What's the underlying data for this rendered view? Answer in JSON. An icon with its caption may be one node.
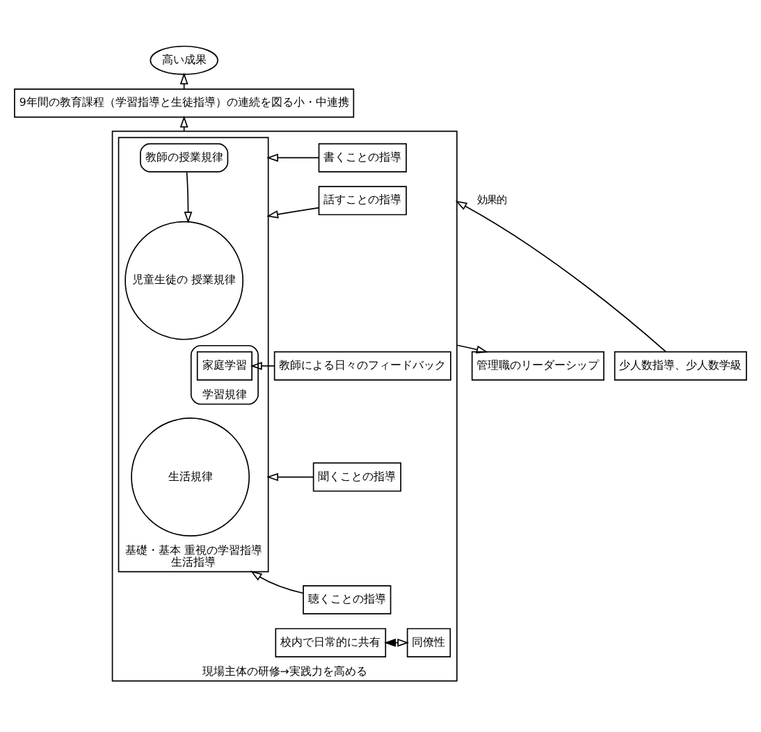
{
  "diagram": {
    "nodes": [
      {
        "text": [
          "高い成果"
        ]
      },
      {
        "text": [
          "9年間の教育課程（学習指導と生徒指導）の連続を図る小・中連携"
        ]
      },
      {
        "text": [
          "現場主体の研修→実践力を高める"
        ]
      },
      {
        "text": [
          "基礎・基本 重視の学習指導",
          "生活指導"
        ],
        "in": 2
      },
      {
        "text": [
          "教師の授業規律"
        ],
        "in": 3
      },
      {
        "text": [
          "児童生徒の 授業規律"
        ],
        "in": 3
      },
      {
        "text": [
          "学習規律"
        ],
        "in": 3
      },
      {
        "text": [
          "家庭学習"
        ],
        "in": 6
      },
      {
        "text": [
          "生活規律"
        ],
        "in": 3
      },
      {
        "text": [
          "書くことの指導"
        ],
        "in": 2
      },
      {
        "text": [
          "話すことの指導"
        ],
        "in": 2
      },
      {
        "text": [
          "教師による日々のフィードバック"
        ],
        "in": 2
      },
      {
        "text": [
          "聞くことの指導"
        ],
        "in": 2
      },
      {
        "text": [
          "聴くことの指導"
        ],
        "in": 2
      },
      {
        "text": [
          "管理職のリーダーシップ"
        ]
      },
      {
        "text": [
          "少人数指導、少人数学級"
        ]
      },
      {
        "text": [
          "校内で日常的に共有"
        ],
        "in": 2
      },
      {
        "text": [
          "同僚性"
        ],
        "in": 2
      }
    ],
    "edges": [
      {
        "from": 2,
        "to": 1,
        "arrow": "to"
      },
      {
        "from": 1,
        "to": 0,
        "arrow": "to"
      },
      {
        "from": 4,
        "to": 5,
        "arrow": "to"
      },
      {
        "from": 9,
        "to": 3,
        "arrow": "to"
      },
      {
        "from": 10,
        "to": 3,
        "arrow": "to"
      },
      {
        "from": 11,
        "to": 7,
        "arrow": "to"
      },
      {
        "from": 12,
        "to": 3,
        "arrow": "to"
      },
      {
        "from": 13,
        "to": 3,
        "arrow": "to"
      },
      {
        "from": 2,
        "to": 14,
        "arrow": "to"
      },
      {
        "from": 15,
        "to": 2,
        "arrow": "to",
        "label": "効果的"
      },
      {
        "from": 16,
        "to": 17,
        "arrow": "both"
      }
    ]
  }
}
